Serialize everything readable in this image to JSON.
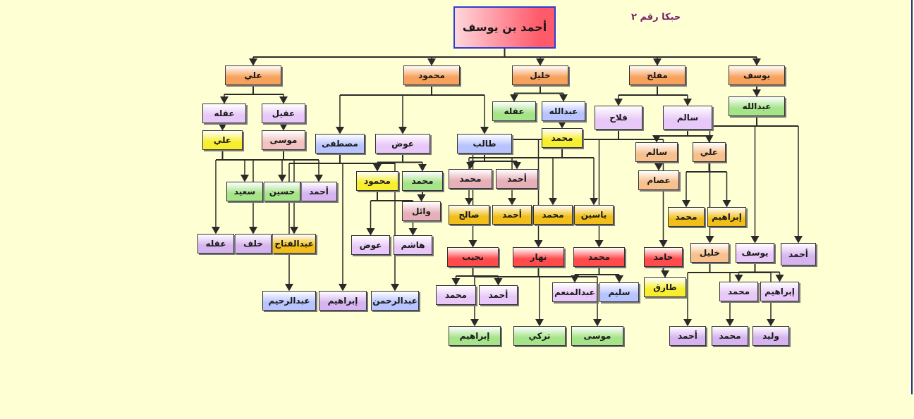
{
  "title": "حبكا رقم ٢",
  "colors": {
    "root": "#ff5a6a",
    "orange": "#f7a25c",
    "green": "#a6e48a",
    "lavender": "#e8c8f8",
    "lilac": "#d6b4f0",
    "pink": "#f3c2c0",
    "yellow": "#f8ee30",
    "gold": "#f2bf1a",
    "red": "#ff4b4b",
    "peach": "#f7c08c",
    "periwinkle": "#b8c4ff",
    "dusty": "#e6b0b8",
    "edge": "#2a2a2a",
    "title": "#7a1f66"
  },
  "chart_data": {
    "type": "tree",
    "nodes": [
      {
        "id": "root",
        "label": "أحمد بن يوسف",
        "style": "root"
      },
      {
        "id": "ali",
        "label": "علي",
        "style": "orange"
      },
      {
        "id": "mahmoud",
        "label": "محمود",
        "style": "orange"
      },
      {
        "id": "khalil",
        "label": "خليل",
        "style": "orange"
      },
      {
        "id": "mufleh",
        "label": "مفلح",
        "style": "orange"
      },
      {
        "id": "yousef",
        "label": "يوسف",
        "style": "orange"
      },
      {
        "id": "ali_aqla",
        "label": "عقله",
        "style": "lavender"
      },
      {
        "id": "ali_aqeel",
        "label": "عقيل",
        "style": "lavender"
      },
      {
        "id": "aqla_ali",
        "label": "علي",
        "style": "yellow"
      },
      {
        "id": "aqeel_musa",
        "label": "موسى",
        "style": "pink"
      },
      {
        "id": "musa_ahmad",
        "label": "أحمد",
        "style": "lilac"
      },
      {
        "id": "musa_hussein",
        "label": "حسين",
        "style": "green"
      },
      {
        "id": "musa_saeed",
        "label": "سعيد",
        "style": "green"
      },
      {
        "id": "ali2_abdulfattah",
        "label": "عبدالفتاح",
        "style": "gold"
      },
      {
        "id": "ali2_khalaf",
        "label": "خلف",
        "style": "lilac"
      },
      {
        "id": "ali2_aqla",
        "label": "عقله",
        "style": "lilac"
      },
      {
        "id": "m_mustafa",
        "label": "مصطفى",
        "style": "periwinkle"
      },
      {
        "id": "m_awad",
        "label": "عوض",
        "style": "lavender"
      },
      {
        "id": "m_taleb",
        "label": "طالب",
        "style": "periwinkle"
      },
      {
        "id": "awad_mahmoud",
        "label": "محمود",
        "style": "yellow"
      },
      {
        "id": "awad_mohammad",
        "label": "محمد",
        "style": "green"
      },
      {
        "id": "awmoh_wael",
        "label": "وائل",
        "style": "dusty"
      },
      {
        "id": "awmah_hashem",
        "label": "هاشم",
        "style": "lavender"
      },
      {
        "id": "awmah_awad",
        "label": "عوض",
        "style": "lavender"
      },
      {
        "id": "must_abdulrahman",
        "label": "عبدالرحمن",
        "style": "periwinkle"
      },
      {
        "id": "must_ibrahim",
        "label": "إبراهيم",
        "style": "lilac"
      },
      {
        "id": "must_abdulraheem",
        "label": "عبدالرحيم",
        "style": "periwinkle"
      },
      {
        "id": "taleb_ahmad",
        "label": "أحمد",
        "style": "dusty"
      },
      {
        "id": "taleb_mohammad",
        "label": "محمد",
        "style": "dusty"
      },
      {
        "id": "kh_abdullah",
        "label": "عبدالله",
        "style": "periwinkle"
      },
      {
        "id": "kh_aqla",
        "label": "عقله",
        "style": "green"
      },
      {
        "id": "abd_mohammad",
        "label": "محمد",
        "style": "yellow"
      },
      {
        "id": "khm_yaseen",
        "label": "ياسين",
        "style": "gold"
      },
      {
        "id": "khm_mohammad",
        "label": "محمد",
        "style": "gold"
      },
      {
        "id": "khm_ahmad",
        "label": "أحمد",
        "style": "gold"
      },
      {
        "id": "khm_saleh",
        "label": "صالح",
        "style": "gold"
      },
      {
        "id": "mu_salem",
        "label": "سالم",
        "style": "lavender"
      },
      {
        "id": "mu_falah",
        "label": "فلاح",
        "style": "lavender"
      },
      {
        "id": "sal_ali",
        "label": "علي",
        "style": "peach"
      },
      {
        "id": "sal_salem",
        "label": "سالم",
        "style": "peach"
      },
      {
        "id": "sals_essam",
        "label": "عصام",
        "style": "peach"
      },
      {
        "id": "sali_ibrahim",
        "label": "إبراهيم",
        "style": "gold"
      },
      {
        "id": "sali_mohammad",
        "label": "محمد",
        "style": "gold"
      },
      {
        "id": "fal_hamed",
        "label": "حامد",
        "style": "red"
      },
      {
        "id": "fal_mohammad",
        "label": "محمد",
        "style": "red"
      },
      {
        "id": "fal_nahar",
        "label": "نهار",
        "style": "red"
      },
      {
        "id": "fal_najeeb",
        "label": "نجيب",
        "style": "red"
      },
      {
        "id": "ham_tareq",
        "label": "طارق",
        "style": "yellow"
      },
      {
        "id": "fm_abdulmoneim",
        "label": "عبدالمنعم",
        "style": "lavender"
      },
      {
        "id": "fm_saleem",
        "label": "سليم",
        "style": "periwinkle"
      },
      {
        "id": "nah_musa",
        "label": "موسى",
        "style": "green"
      },
      {
        "id": "nah_turki",
        "label": "تركي",
        "style": "green"
      },
      {
        "id": "nah_ibrahim",
        "label": "إبراهيم",
        "style": "green"
      },
      {
        "id": "naj_ahmad",
        "label": "أحمد",
        "style": "lavender"
      },
      {
        "id": "naj_mohammad",
        "label": "محمد",
        "style": "lavender"
      },
      {
        "id": "y_abdullah",
        "label": "عبدالله",
        "style": "green"
      },
      {
        "id": "ya_ahmad",
        "label": "أحمد",
        "style": "lilac"
      },
      {
        "id": "ya_yousef",
        "label": "يوسف",
        "style": "lavender"
      },
      {
        "id": "ya_khalil",
        "label": "خليل",
        "style": "peach"
      },
      {
        "id": "yy_ibrahim",
        "label": "إبراهيم",
        "style": "lavender"
      },
      {
        "id": "yy_mohammad",
        "label": "محمد",
        "style": "lavender"
      },
      {
        "id": "yk_waleed",
        "label": "وليد",
        "style": "lilac"
      },
      {
        "id": "yk_mohammad",
        "label": "محمد",
        "style": "lilac"
      },
      {
        "id": "yk_ahmad",
        "label": "أحمد",
        "style": "lilac"
      }
    ],
    "edges": [
      [
        "root",
        "ali"
      ],
      [
        "root",
        "mahmoud"
      ],
      [
        "root",
        "khalil"
      ],
      [
        "root",
        "mufleh"
      ],
      [
        "root",
        "yousef"
      ],
      [
        "ali",
        "ali_aqla"
      ],
      [
        "ali",
        "ali_aqeel"
      ],
      [
        "ali_aqla",
        "aqla_ali"
      ],
      [
        "ali_aqeel",
        "aqeel_musa"
      ],
      [
        "aqeel_musa",
        "musa_ahmad"
      ],
      [
        "aqeel_musa",
        "musa_hussein"
      ],
      [
        "aqeel_musa",
        "musa_saeed"
      ],
      [
        "aqla_ali",
        "ali2_abdulfattah"
      ],
      [
        "aqla_ali",
        "ali2_khalaf"
      ],
      [
        "aqla_ali",
        "ali2_aqla"
      ],
      [
        "mahmoud",
        "m_mustafa"
      ],
      [
        "mahmoud",
        "m_awad"
      ],
      [
        "mahmoud",
        "m_taleb"
      ],
      [
        "m_awad",
        "awad_mahmoud"
      ],
      [
        "m_awad",
        "awad_mohammad"
      ],
      [
        "awad_mohammad",
        "awmoh_wael"
      ],
      [
        "awad_mahmoud",
        "awmah_hashem"
      ],
      [
        "awad_mahmoud",
        "awmah_awad"
      ],
      [
        "m_mustafa",
        "must_abdulrahman"
      ],
      [
        "m_mustafa",
        "must_ibrahim"
      ],
      [
        "m_mustafa",
        "must_abdulraheem"
      ],
      [
        "m_taleb",
        "taleb_ahmad"
      ],
      [
        "m_taleb",
        "taleb_mohammad"
      ],
      [
        "khalil",
        "kh_abdullah"
      ],
      [
        "khalil",
        "kh_aqla"
      ],
      [
        "kh_abdullah",
        "abd_mohammad"
      ],
      [
        "abd_mohammad",
        "khm_yaseen"
      ],
      [
        "abd_mohammad",
        "khm_mohammad"
      ],
      [
        "abd_mohammad",
        "khm_ahmad"
      ],
      [
        "abd_mohammad",
        "khm_saleh"
      ],
      [
        "mufleh",
        "mu_salem"
      ],
      [
        "mufleh",
        "mu_falah"
      ],
      [
        "mu_salem",
        "sal_ali"
      ],
      [
        "mu_salem",
        "sal_salem"
      ],
      [
        "sal_salem",
        "sals_essam"
      ],
      [
        "sal_ali",
        "sali_ibrahim"
      ],
      [
        "sal_ali",
        "sali_mohammad"
      ],
      [
        "mu_falah",
        "fal_hamed"
      ],
      [
        "mu_falah",
        "fal_mohammad"
      ],
      [
        "mu_falah",
        "fal_nahar"
      ],
      [
        "mu_falah",
        "fal_najeeb"
      ],
      [
        "fal_hamed",
        "ham_tareq"
      ],
      [
        "fal_mohammad",
        "fm_abdulmoneim"
      ],
      [
        "fal_mohammad",
        "fm_saleem"
      ],
      [
        "fal_nahar",
        "nah_musa"
      ],
      [
        "fal_nahar",
        "nah_turki"
      ],
      [
        "fal_nahar",
        "nah_ibrahim"
      ],
      [
        "fal_najeeb",
        "naj_ahmad"
      ],
      [
        "fal_najeeb",
        "naj_mohammad"
      ],
      [
        "yousef",
        "y_abdullah"
      ],
      [
        "y_abdullah",
        "ya_ahmad"
      ],
      [
        "y_abdullah",
        "ya_yousef"
      ],
      [
        "y_abdullah",
        "ya_khalil"
      ],
      [
        "ya_yousef",
        "yy_ibrahim"
      ],
      [
        "ya_yousef",
        "yy_mohammad"
      ],
      [
        "ya_khalil",
        "yk_waleed"
      ],
      [
        "ya_khalil",
        "yk_mohammad"
      ],
      [
        "ya_khalil",
        "yk_ahmad"
      ]
    ]
  }
}
